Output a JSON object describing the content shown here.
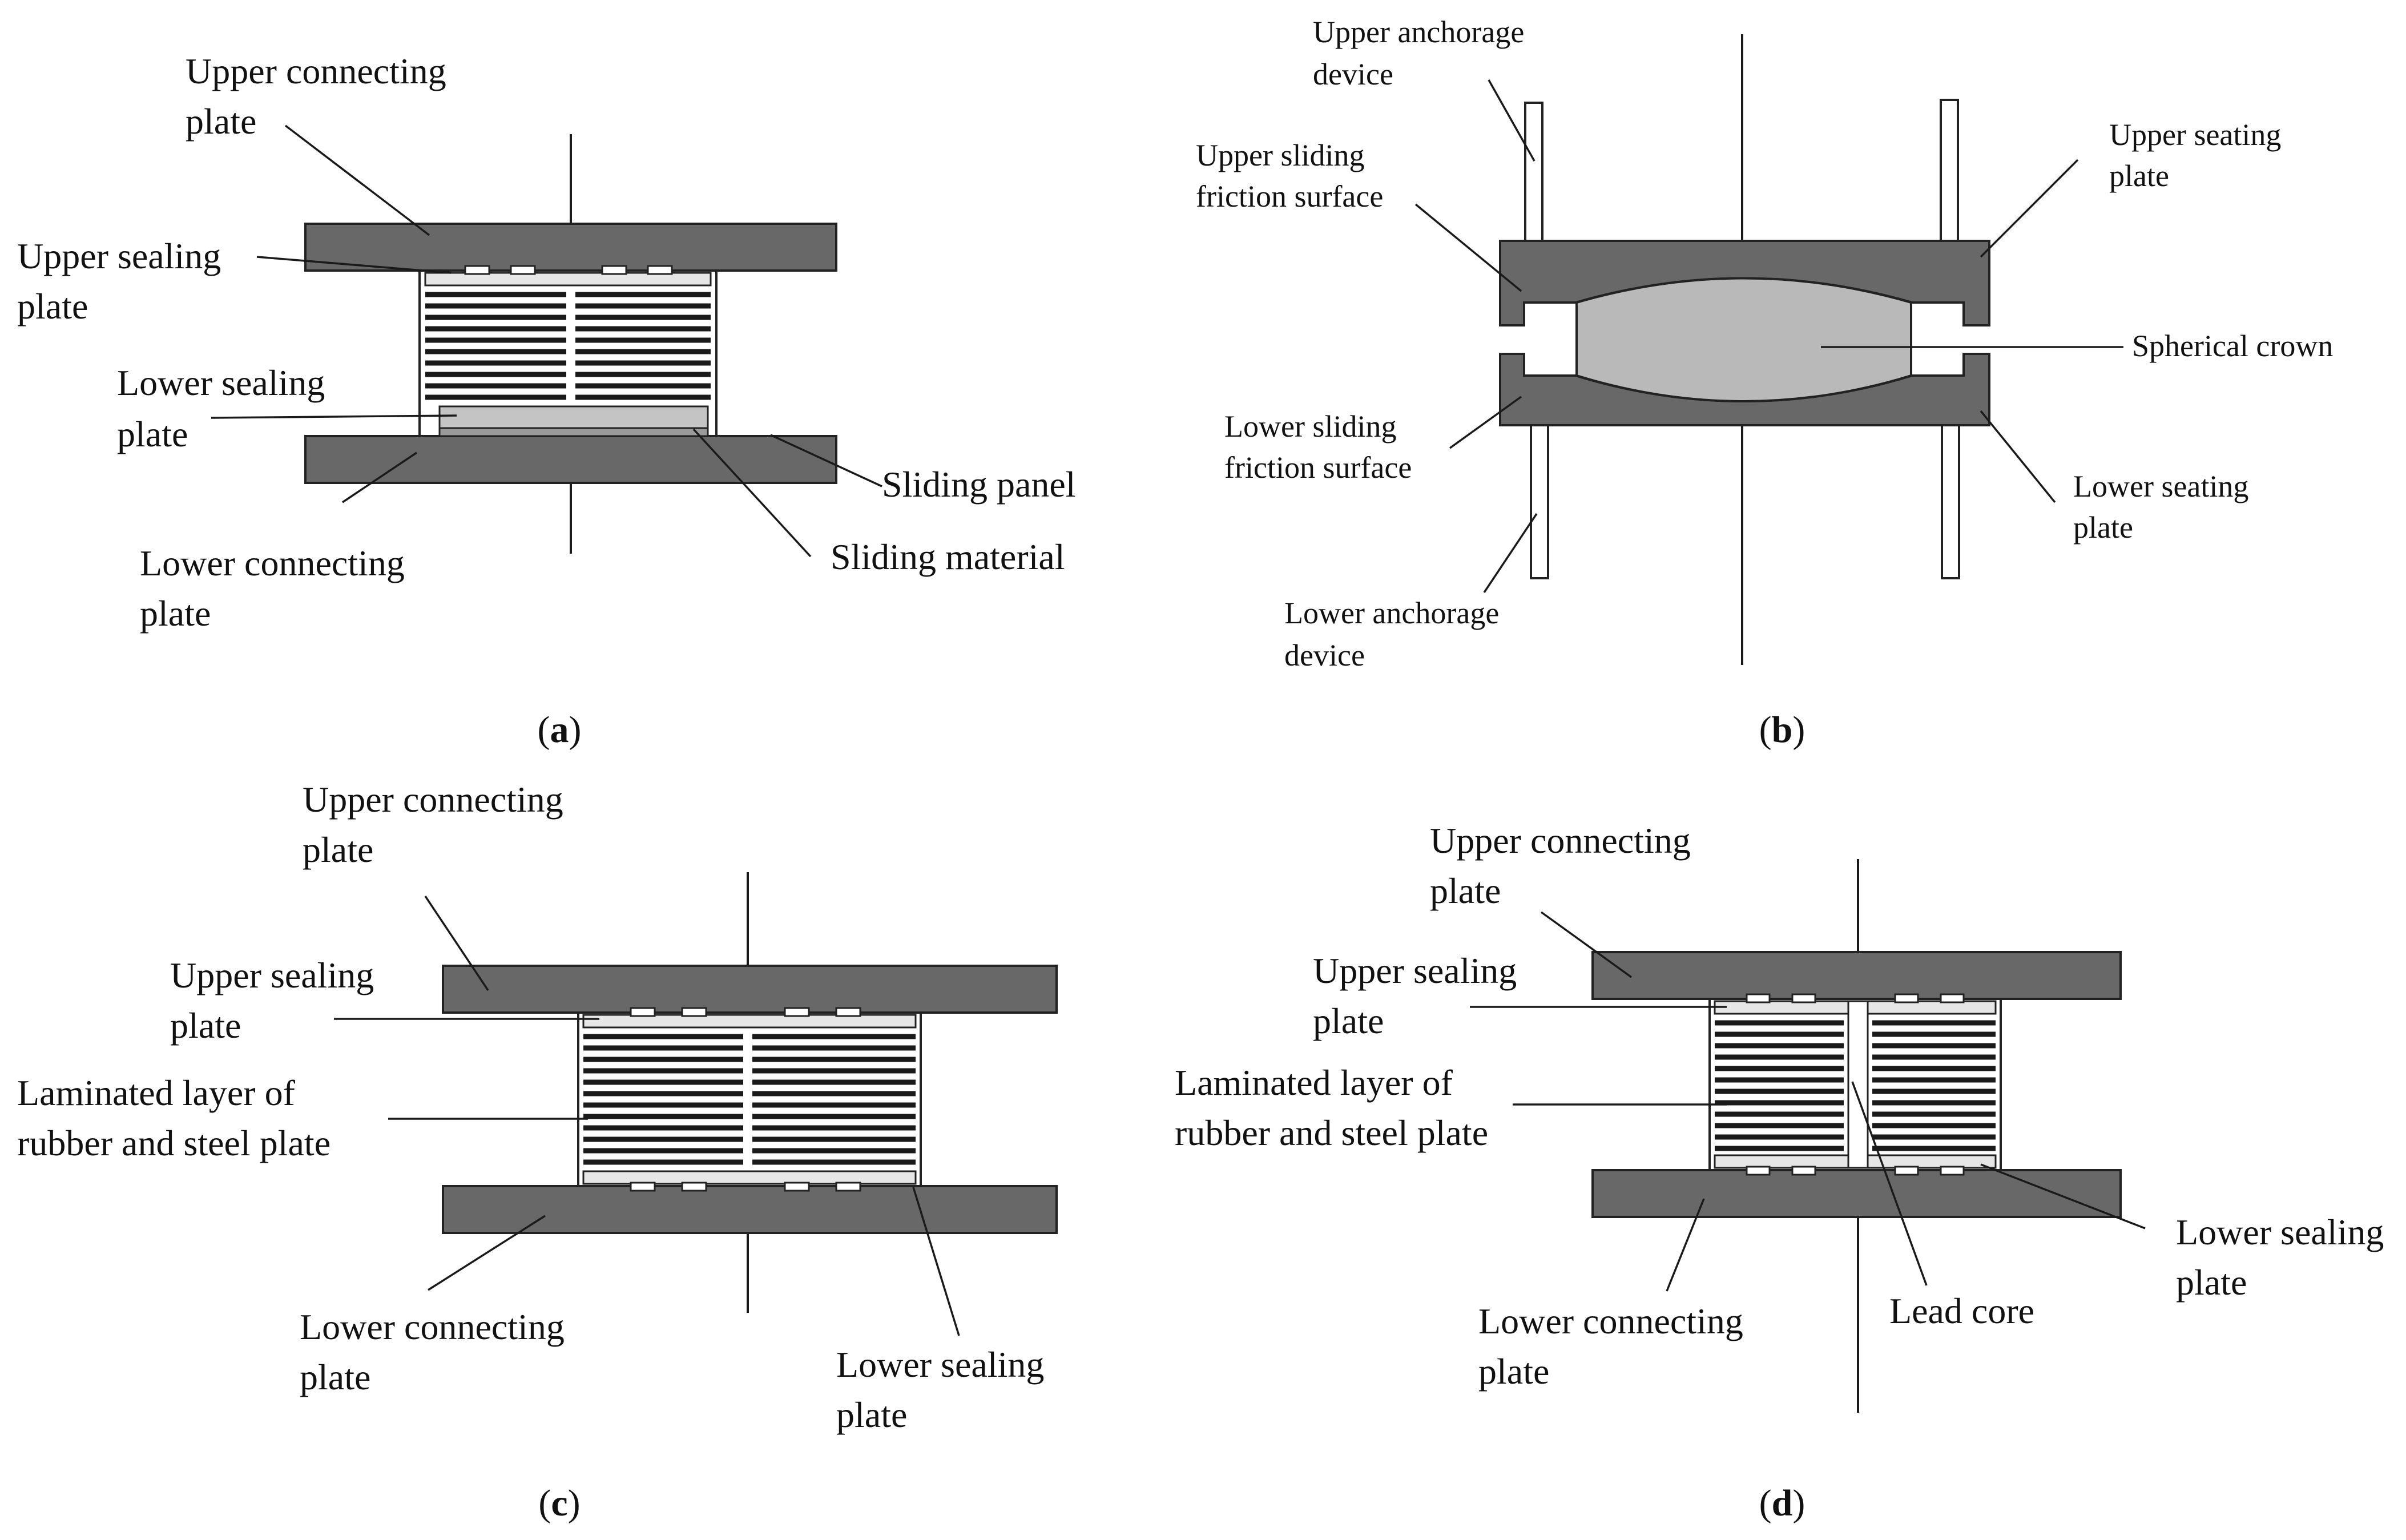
{
  "panels": {
    "a": {
      "caption": [
        "(",
        "a",
        ")"
      ],
      "labels": {
        "upper_connecting_plate": [
          "Upper connecting",
          "plate"
        ],
        "upper_sealing_plate": [
          "Upper sealing",
          "plate"
        ],
        "lower_sealing_plate": [
          "Lower sealing",
          "plate"
        ],
        "lower_connecting_plate": [
          "Lower connecting",
          "plate"
        ],
        "sliding_panel": [
          "Sliding panel"
        ],
        "sliding_material": [
          "Sliding material"
        ]
      }
    },
    "b": {
      "caption": [
        "(",
        "b",
        ")"
      ],
      "labels": {
        "upper_anchorage_device": [
          "Upper anchorage",
          "device"
        ],
        "upper_sliding_friction_surface": [
          "Upper sliding",
          "friction surface"
        ],
        "upper_seating_plate": [
          "Upper seating",
          "plate"
        ],
        "spherical_crown": [
          "Spherical crown"
        ],
        "lower_sliding_friction_surface": [
          "Lower sliding",
          "friction surface"
        ],
        "lower_seating_plate": [
          "Lower seating",
          "plate"
        ],
        "lower_anchorage_device": [
          "Lower anchorage",
          "device"
        ]
      }
    },
    "c": {
      "caption": [
        "(",
        "c",
        ")"
      ],
      "labels": {
        "upper_connecting_plate": [
          "Upper connecting",
          "plate"
        ],
        "upper_sealing_plate": [
          "Upper sealing",
          "plate"
        ],
        "laminated_layer": [
          "Laminated layer of",
          "rubber and steel plate"
        ],
        "lower_connecting_plate": [
          "Lower connecting",
          "plate"
        ],
        "lower_sealing_plate": [
          "Lower sealing",
          "plate"
        ]
      }
    },
    "d": {
      "caption": [
        "(",
        "d",
        ")"
      ],
      "labels": {
        "upper_connecting_plate": [
          "Upper connecting",
          "plate"
        ],
        "upper_sealing_plate": [
          "Upper sealing",
          "plate"
        ],
        "laminated_layer": [
          "Laminated layer of",
          "rubber and steel plate"
        ],
        "lower_sealing_plate": [
          "Lower sealing",
          "plate"
        ],
        "lower_connecting_plate": [
          "Lower connecting",
          "plate"
        ],
        "lead_core": [
          "Lead core"
        ]
      }
    }
  }
}
